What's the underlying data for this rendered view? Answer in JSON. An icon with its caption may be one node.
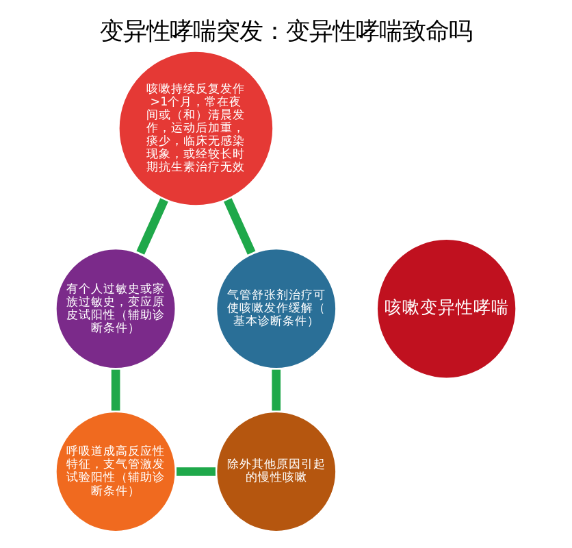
{
  "diagram": {
    "title": "变异性哮喘突发：变异性哮喘致命吗",
    "nodes": [
      {
        "text": [
          "咳嗽持续反复发作>1个月，常在夜间或（和）清晨发作，运动后加重，痰少，临床无感染现象，或经较长时期抗生素治疗无效"
        ]
      },
      {
        "text": [
          "气管舒张剂治疗可使咳嗽发作缓解（基本诊断条件）"
        ]
      },
      {
        "text": [
          "有个人过敏史或家族过敏史，变应原皮试阳性（辅助诊断条件）"
        ]
      },
      {
        "text": [
          "咳嗽变异性哮喘"
        ]
      },
      {
        "text": [
          "除外其他原因引起的慢性咳嗽"
        ]
      },
      {
        "text": [
          "呼吸道成高反应性特征，支气管激发试验阳性（辅助诊断条件）"
        ]
      }
    ],
    "edges": [
      {
        "from": 0,
        "to": 2,
        "arrow": "none"
      },
      {
        "from": 2,
        "to": 5,
        "arrow": "none"
      },
      {
        "from": 5,
        "to": 4,
        "arrow": "none"
      },
      {
        "from": 4,
        "to": 1,
        "arrow": "none"
      },
      {
        "from": 1,
        "to": 0,
        "arrow": "none"
      }
    ]
  }
}
